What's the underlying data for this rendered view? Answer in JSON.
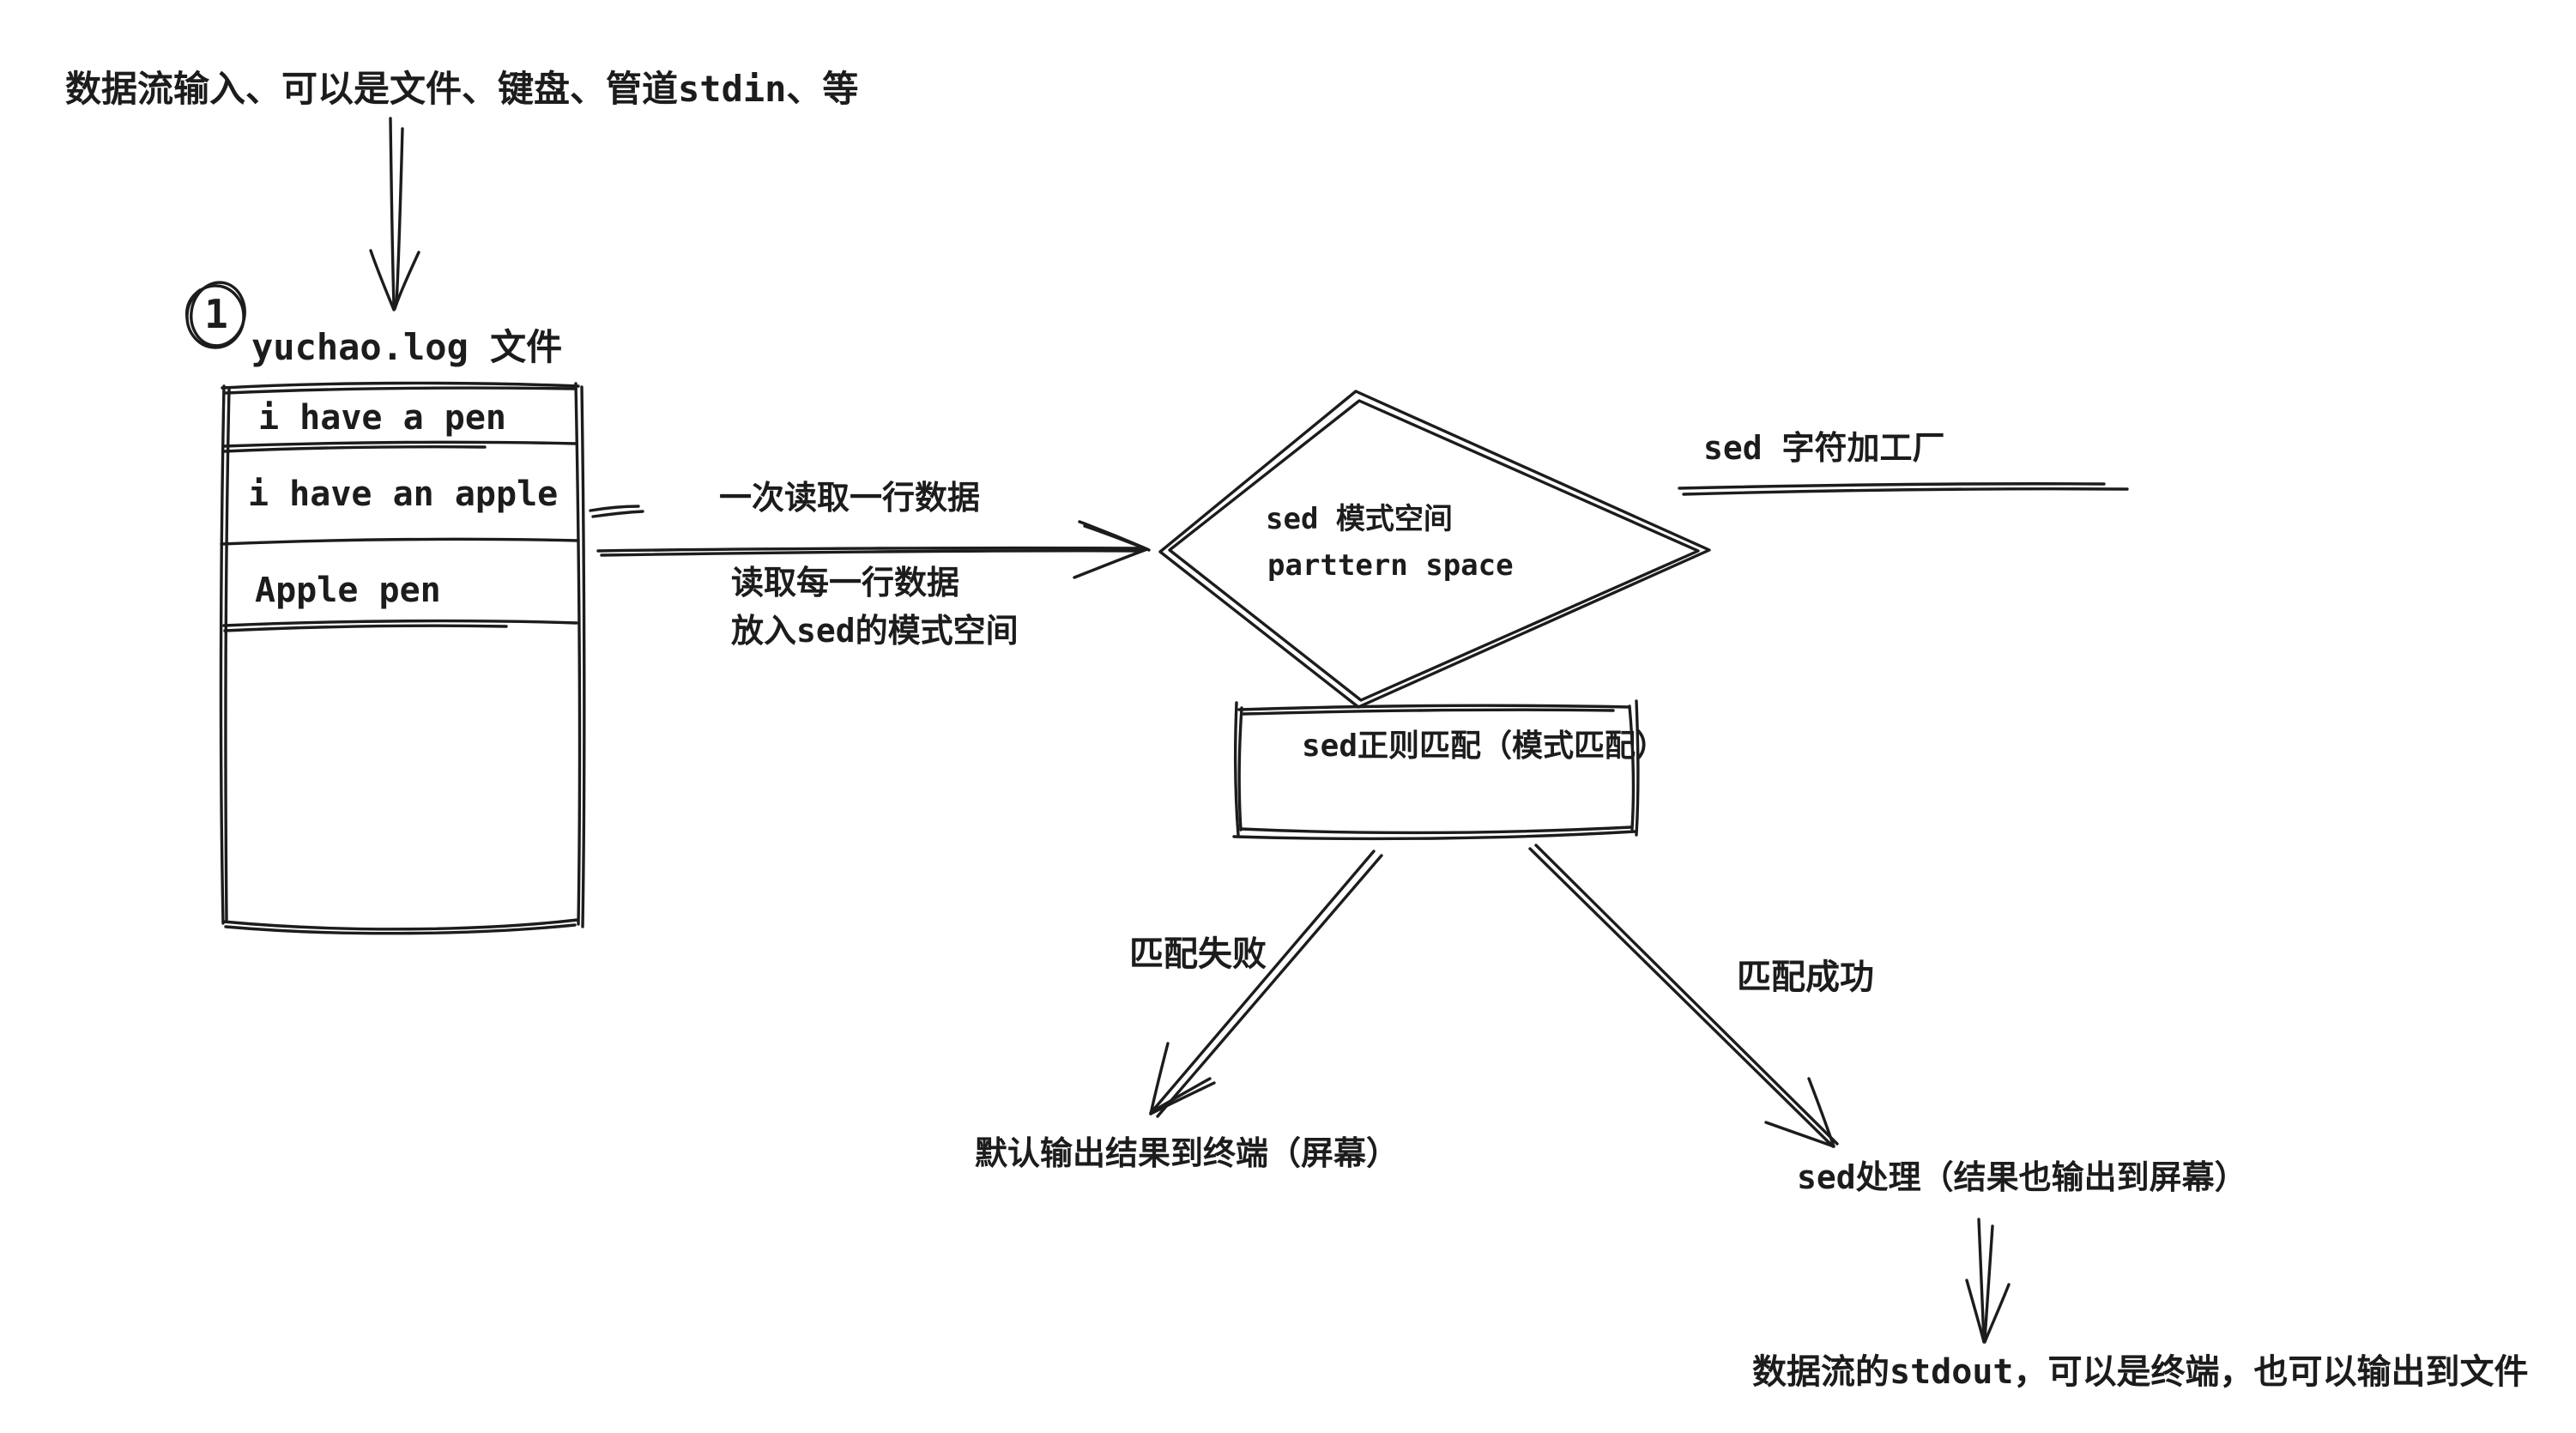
{
  "colors": {
    "ink": "#1c1c1c",
    "background": "#ffffff"
  },
  "flow": {
    "input_note": "数据流输入、可以是文件、键盘、管道stdin、等",
    "step_badge": "1",
    "file": {
      "title": "yuchao.log 文件",
      "rows": [
        "i have a pen",
        "i have an apple",
        "Apple pen"
      ]
    },
    "read": {
      "above_label": "一次读取一行数据",
      "below_line1": "读取每一行数据",
      "below_line2": "放入sed的模式空间"
    },
    "pattern_space": {
      "line1": "sed 模式空间",
      "line2": "parttern space"
    },
    "factory_note": "sed 字符加工厂",
    "regex_box_label": "sed正则匹配（模式匹配）",
    "branches": {
      "fail_label": "匹配失败",
      "success_label": "匹配成功",
      "fail_result": "默认输出结果到终端（屏幕）",
      "success_result": "sed处理（结果也输出到屏幕）"
    },
    "stdout_note": "数据流的stdout，可以是终端，也可以输出到文件"
  }
}
